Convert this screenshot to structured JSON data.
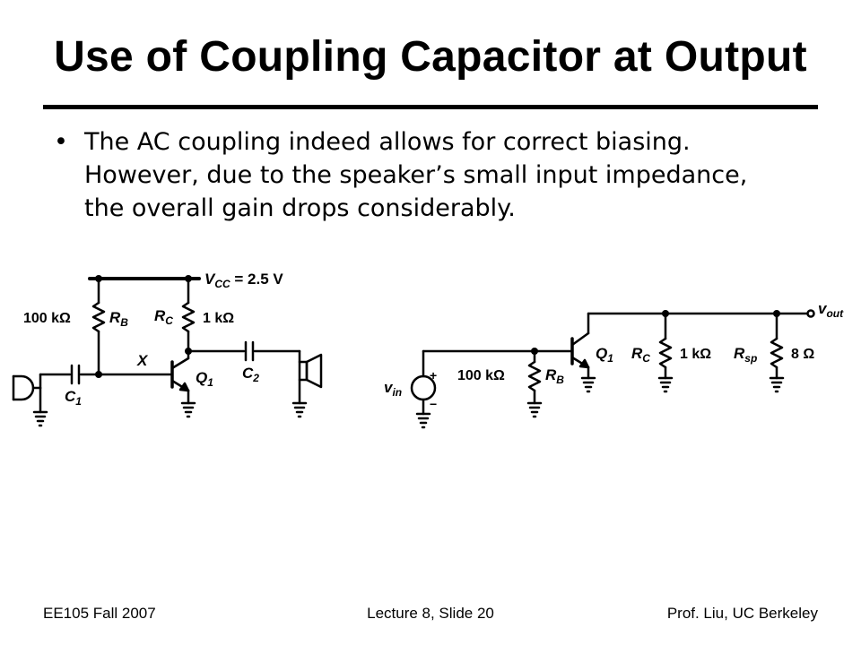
{
  "slide": {
    "title": "Use of Coupling Capacitor at Output",
    "bullets": [
      "The AC coupling indeed allows for correct biasing. However, due to the speaker’s small input impedance, the overall gain drops considerably."
    ]
  },
  "left_circuit": {
    "vcc_label": "V",
    "vcc_sub": "CC",
    "vcc_value": " = 2.5 V",
    "rb_value": "100 kΩ",
    "rb_name": "R",
    "rb_sub": "B",
    "rc_name": "R",
    "rc_sub": "C",
    "rc_value": "1 kΩ",
    "node_x": "X",
    "q1_name": "Q",
    "q1_sub": "1",
    "c1_name": "C",
    "c1_sub": "1",
    "c2_name": "C",
    "c2_sub": "2"
  },
  "right_circuit": {
    "vin_name": "v",
    "vin_sub": "in",
    "plus": "+",
    "minus": "−",
    "rb_value": "100 kΩ",
    "rb_name": "R",
    "rb_sub": "B",
    "q1_name": "Q",
    "q1_sub": "1",
    "rc_name": "R",
    "rc_sub": "C",
    "rc_value": "1 kΩ",
    "rsp_name": "R",
    "rsp_sub": "sp",
    "rsp_value": "8 Ω",
    "vout_name": "v",
    "vout_sub": "out"
  },
  "footer": {
    "left": "EE105 Fall 2007",
    "center": "Lecture 8, Slide 20",
    "right": "Prof. Liu, UC Berkeley"
  }
}
